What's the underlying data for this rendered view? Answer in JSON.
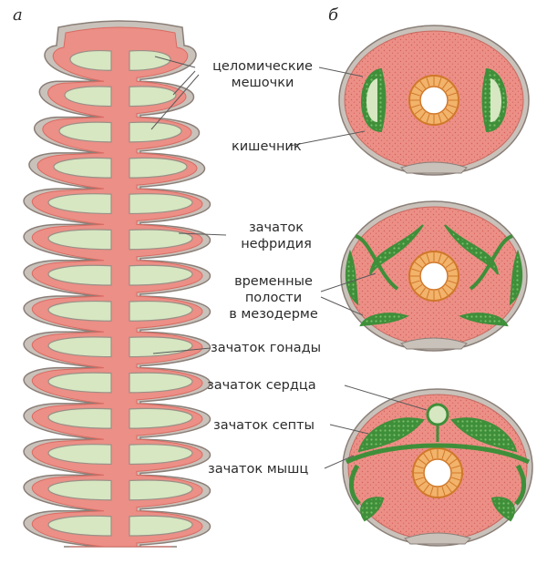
{
  "panels": {
    "a": "а",
    "b": "б"
  },
  "labels": {
    "coelomic_sacs_line1": "целомические",
    "coelomic_sacs_line2": "мешочки",
    "intestine": "кишечник",
    "nephridium_line1": "зачаток",
    "nephridium_line2": "нефридия",
    "cavities_line1": "временные",
    "cavities_line2": "полости",
    "cavities_line3": "в мезодерме",
    "gonad": "зачаток гонады",
    "heart": "зачаток сердца",
    "septum": "зачаток септы",
    "muscles": "зачаток мышц"
  },
  "colors": {
    "outline": "#8a7f78",
    "body_grey": "#c9c2bb",
    "tissue_pink": "#ec8f86",
    "coelom_green": "#d6e7c2",
    "mesoderm_dark_green": "#3f8f3a",
    "gut_orange": "#f2b36b",
    "gut_stroke": "#d0782a"
  },
  "icons": {
    "worm": "segmented-worm-icon",
    "cross_sections": "cross-section-icon"
  }
}
